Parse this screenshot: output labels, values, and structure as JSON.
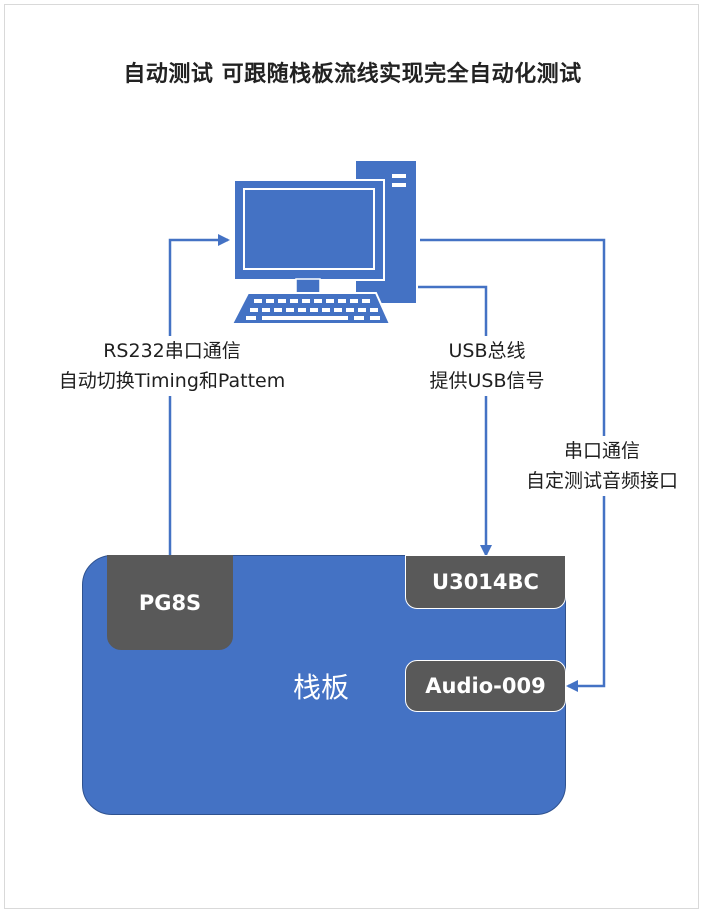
{
  "title": "自动测试 可跟随栈板流线实现完全自动化测试",
  "labels": {
    "rs232": {
      "line1": "RS232串口通信",
      "line2": "自动切换Timing和Pattem"
    },
    "usb": {
      "line1": "USB总线",
      "line2": "提供USB信号"
    },
    "serial": {
      "line1": "串口通信",
      "line2": "自定测试音频接口"
    }
  },
  "board": {
    "label": "栈板",
    "chips": {
      "pg8s": "PG8S",
      "u3014bc": "U3014BC",
      "audio": "Audio-009"
    }
  },
  "colors": {
    "accent": "#4472c4",
    "chip": "#595959",
    "text": "#1f1f1f"
  },
  "icons": {
    "computer": "desktop-computer-icon"
  }
}
